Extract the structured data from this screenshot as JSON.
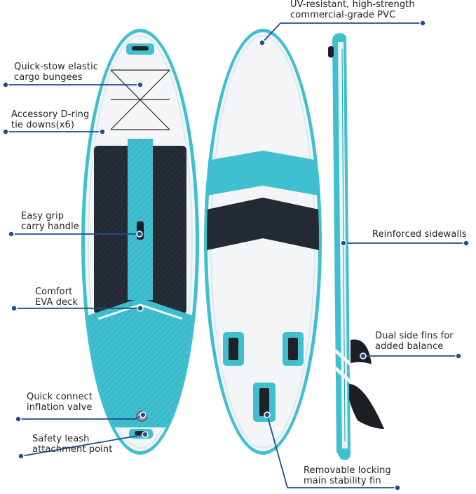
{
  "colors": {
    "accent": "#3fbfcf",
    "accent_dark": "#1f9fb2",
    "deck_dark": "#232a33",
    "board_white": "#f2f4f5",
    "leader": "#1f4e8c"
  },
  "callouts": {
    "uv_pvc": [
      "UV-resistant, high-strength",
      "commercial-grade PVC"
    ],
    "bungees": [
      "Quick-stow elastic",
      "cargo bungees"
    ],
    "d_rings": [
      "Accessory D-ring",
      "tie downs(x6)"
    ],
    "handle": [
      "Easy grip",
      "carry handle"
    ],
    "sidewalls": [
      "Reinforced sidewalls"
    ],
    "eva": [
      "Comfort",
      "EVA deck"
    ],
    "side_fins": [
      "Dual side fins for",
      "added balance"
    ],
    "valve": [
      "Quick connect",
      "inflation valve"
    ],
    "leash": [
      "Safety leash",
      "attachment point"
    ],
    "main_fin": [
      "Removable locking",
      "main stability fin"
    ]
  }
}
